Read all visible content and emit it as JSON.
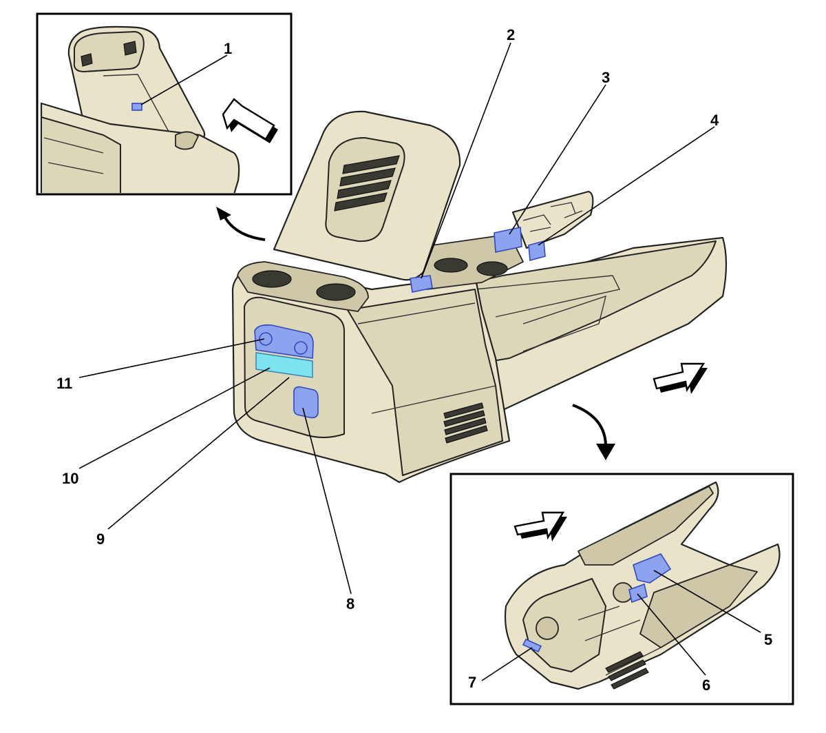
{
  "diagram": {
    "callouts": [
      {
        "id": "1",
        "label": "1"
      },
      {
        "id": "2",
        "label": "2"
      },
      {
        "id": "3",
        "label": "3"
      },
      {
        "id": "4",
        "label": "4"
      },
      {
        "id": "5",
        "label": "5"
      },
      {
        "id": "6",
        "label": "6"
      },
      {
        "id": "7",
        "label": "7"
      },
      {
        "id": "8",
        "label": "8"
      },
      {
        "id": "9",
        "label": "9"
      },
      {
        "id": "10",
        "label": "10"
      },
      {
        "id": "11",
        "label": "11"
      }
    ],
    "colors": {
      "console_fill": "#e8e3c9",
      "highlight_blue": "#8ea3f0",
      "highlight_cyan": "#7fe3ef",
      "outline": "#222222"
    }
  }
}
